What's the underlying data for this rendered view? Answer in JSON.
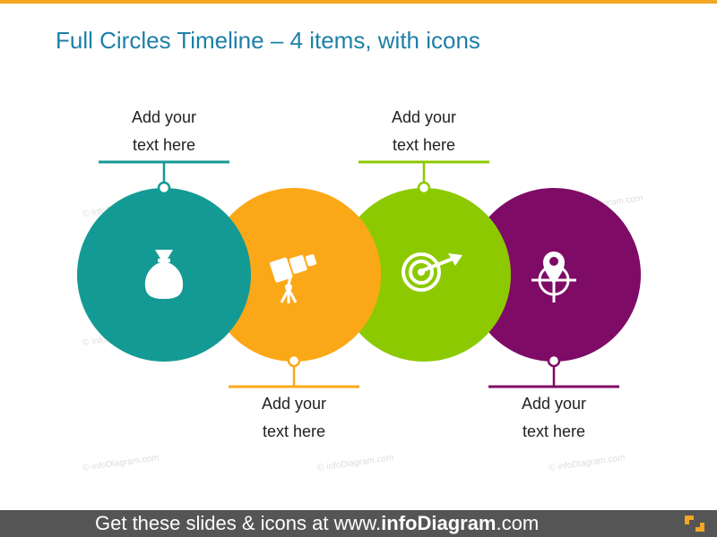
{
  "title": "Full Circles Timeline – 4 items, with icons",
  "items": [
    {
      "line1": "Add your",
      "line2": "text here",
      "icon": "money-bag-icon",
      "color": "#149A94",
      "callout_position": "top"
    },
    {
      "line1": "Add your",
      "line2": "text here",
      "icon": "telescope-icon",
      "color": "#FBA818",
      "callout_position": "bottom"
    },
    {
      "line1": "Add your",
      "line2": "text here",
      "icon": "target-icon",
      "color": "#8CC900",
      "callout_position": "top"
    },
    {
      "line1": "Add your",
      "line2": "text here",
      "icon": "location-target-icon",
      "color": "#7E0B66",
      "callout_position": "bottom"
    }
  ],
  "watermark": "© infoDiagram.com",
  "footer": {
    "prefix": "Get these slides & icons at www.",
    "brand": "infoDiagram",
    "suffix": ".com",
    "logo_icon": "infodiagram-logo-icon"
  },
  "colors": {
    "accent_bar": "#F5A623",
    "title": "#1E7FA8",
    "footer_bg": "#555555"
  }
}
